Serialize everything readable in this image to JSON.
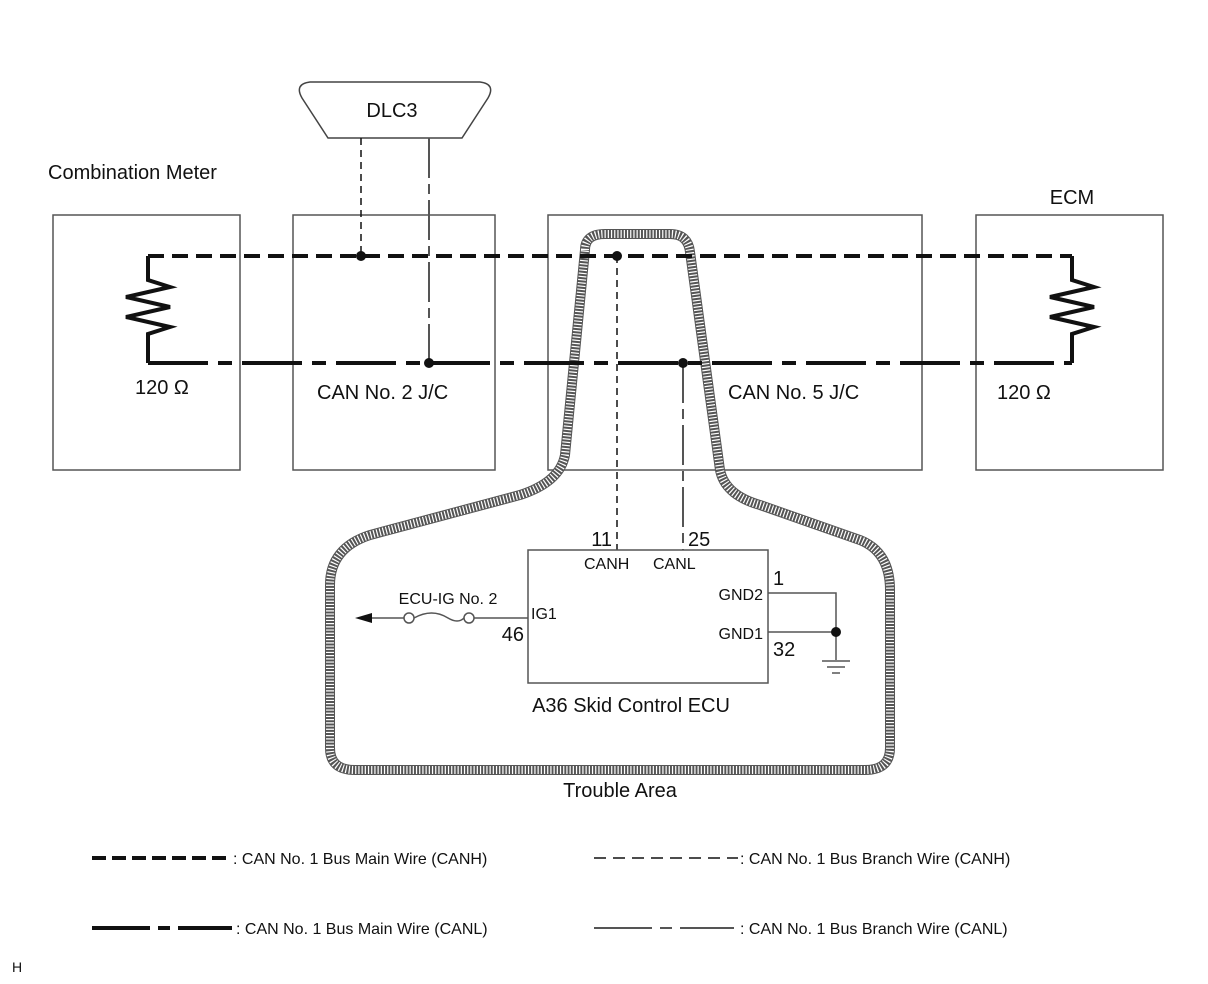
{
  "connectors": {
    "dlc3": "DLC3"
  },
  "components": {
    "combination_meter": "Combination Meter",
    "ecm": "ECM",
    "jc2": "CAN No. 2 J/C",
    "jc5": "CAN No. 5 J/C",
    "resistor_left": "120 Ω",
    "resistor_right": "120 Ω"
  },
  "ecu": {
    "title": "A36  Skid Control ECU",
    "pins": {
      "canh_num": "11",
      "canh": "CANH",
      "canl_num": "25",
      "canl": "CANL",
      "gnd2_num": "1",
      "gnd2": "GND2",
      "gnd1_num": "32",
      "gnd1": "GND1",
      "ig1_num": "46",
      "ig1": "IG1"
    },
    "fuse": "ECU-IG No. 2"
  },
  "trouble_area": "Trouble Area",
  "legend": [
    {
      "text": ": CAN No. 1 Bus Main Wire (CANH)"
    },
    {
      "text": ": CAN No. 1 Bus Branch Wire (CANH)"
    },
    {
      "text": ": CAN No. 1 Bus Main Wire (CANL)"
    },
    {
      "text": ": CAN No. 1 Bus Branch Wire (CANL)"
    }
  ],
  "footer_mark": "H",
  "colors": {
    "wire": "#111111",
    "branch_canl": "#555555",
    "hatch": "#555555"
  }
}
